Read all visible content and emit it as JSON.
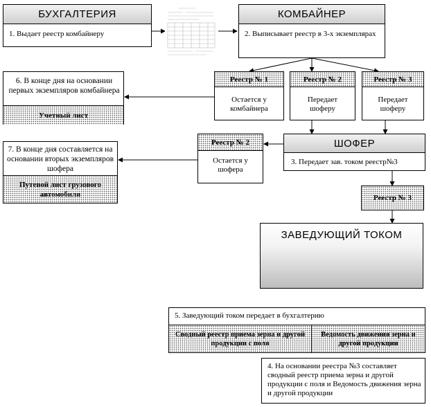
{
  "buh": {
    "title": "БУХГАЛТЕРИЯ",
    "text": "1.  Выдает реестр комбайнеру"
  },
  "komb": {
    "title": "КОМБАЙНЕР",
    "text": "2. Выписывает  реестр в 3-х экземплярах"
  },
  "reg1": {
    "title": "Реестр № 1",
    "text": "Остается  у комбайнера"
  },
  "reg2": {
    "title": "Реестр № 2",
    "text": "Передает шоферу"
  },
  "reg3": {
    "title": "Реестр № 3",
    "text": "Передает шоферу"
  },
  "box6": {
    "text": "6. В конце дня на основании первых экземпляров комбайнера",
    "footer": "Учетный лист"
  },
  "shofer": {
    "title": "ШОФЕР",
    "text": "3. Передает  зав. током реестр№3"
  },
  "reg2b": {
    "title": "Реестр № 2",
    "text": "Остается  у шофера"
  },
  "box7": {
    "text": "7. В конце дня составляется на основании вторых экземпляров шофера",
    "footer": "Путевой  лист грузового автомобиля"
  },
  "reg3b": {
    "title": "Реестр № 3"
  },
  "zav": {
    "title": "ЗАВЕДУЮЩИЙ ТОКОМ"
  },
  "box5": {
    "text": "5. Заведующий током передает  в бухгалтерию",
    "cell1": "Сводный  реестр приема зерна и другой продукции с поля",
    "cell2": "Ведомость движения зерна и другой продукции"
  },
  "box4": {
    "text": "4. На основании  реестра №3  составляет сводный реестр приема зерна и другой продукции с поля и Ведомость движения зерна и другой продукции"
  }
}
